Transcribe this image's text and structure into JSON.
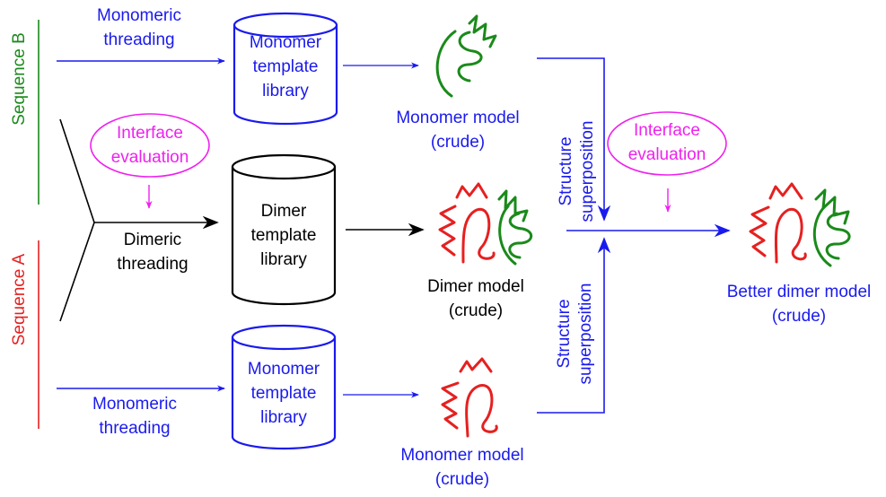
{
  "sequences": {
    "b": "Sequence B",
    "a": "Sequence A"
  },
  "threading": {
    "monomeric_top": [
      "Monomeric",
      "threading"
    ],
    "dimeric": [
      "Dimeric",
      "threading"
    ],
    "monomeric_bottom": [
      "Monomeric",
      "threading"
    ]
  },
  "libraries": {
    "monomer_top": [
      "Monomer",
      "template",
      "library"
    ],
    "dimer": [
      "Dimer",
      "template",
      "library"
    ],
    "monomer_bottom": [
      "Monomer",
      "template",
      "library"
    ]
  },
  "models": {
    "monomer_top": [
      "Monomer model",
      "(crude)"
    ],
    "dimer": [
      "Dimer model",
      "(crude)"
    ],
    "monomer_bottom": [
      "Monomer model",
      "(crude)"
    ],
    "better_dimer": [
      "Better dimer model",
      "(crude)"
    ]
  },
  "evaluation": {
    "left": [
      "Interface",
      "evaluation"
    ],
    "right": [
      "Interface",
      "evaluation"
    ]
  },
  "superposition": {
    "top": [
      "Structure",
      "superposition"
    ],
    "bottom": [
      "Structure",
      "superposition"
    ]
  },
  "colors": {
    "blue": "#1a1aee",
    "black": "#000000",
    "magenta": "#ee22ee",
    "red": "#e62020",
    "green": "#1a8a1a"
  }
}
